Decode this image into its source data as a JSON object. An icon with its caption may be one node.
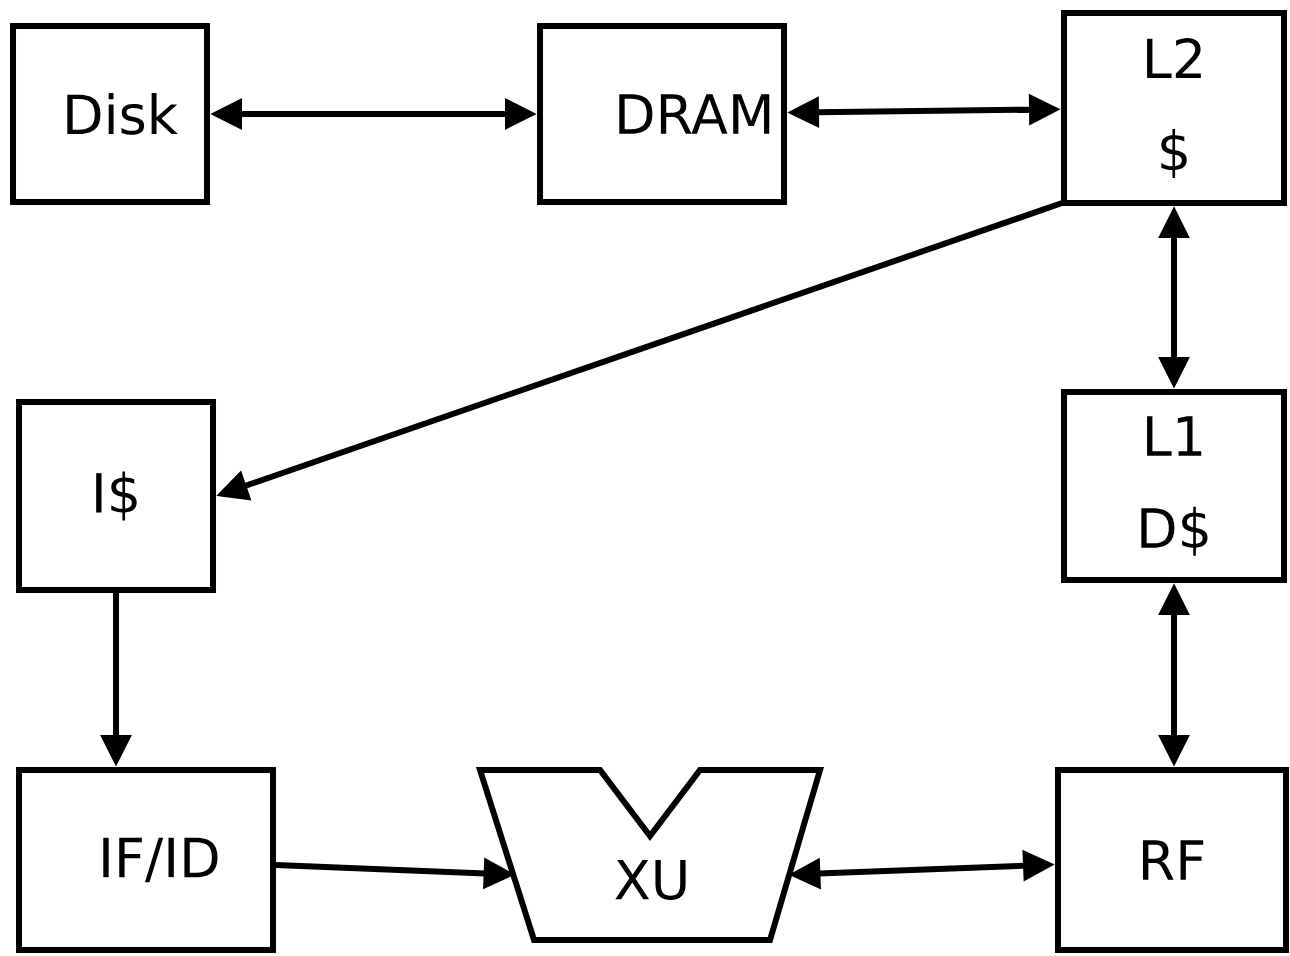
{
  "diagram": {
    "nodes": [
      {
        "text": [
          "Disk"
        ]
      },
      {
        "text": [
          "DRAM"
        ]
      },
      {
        "text": [
          "L2 $"
        ]
      },
      {
        "text": [
          "I$"
        ]
      },
      {
        "text": [
          "L1 D$"
        ]
      },
      {
        "text": [
          "IF/ID"
        ]
      },
      {
        "text": [
          "XU"
        ]
      },
      {
        "text": [
          "RF"
        ]
      }
    ],
    "edges": [
      {
        "from": 0,
        "to": 1,
        "arrow": "both"
      },
      {
        "from": 1,
        "to": 2,
        "arrow": "both"
      },
      {
        "from": 2,
        "to": 3,
        "arrow": "to"
      },
      {
        "from": 2,
        "to": 4,
        "arrow": "both"
      },
      {
        "from": 3,
        "to": 5,
        "arrow": "to"
      },
      {
        "from": 4,
        "to": 7,
        "arrow": "both"
      },
      {
        "from": 5,
        "to": 6,
        "arrow": "to"
      },
      {
        "from": 6,
        "to": 7,
        "arrow": "both"
      }
    ]
  }
}
